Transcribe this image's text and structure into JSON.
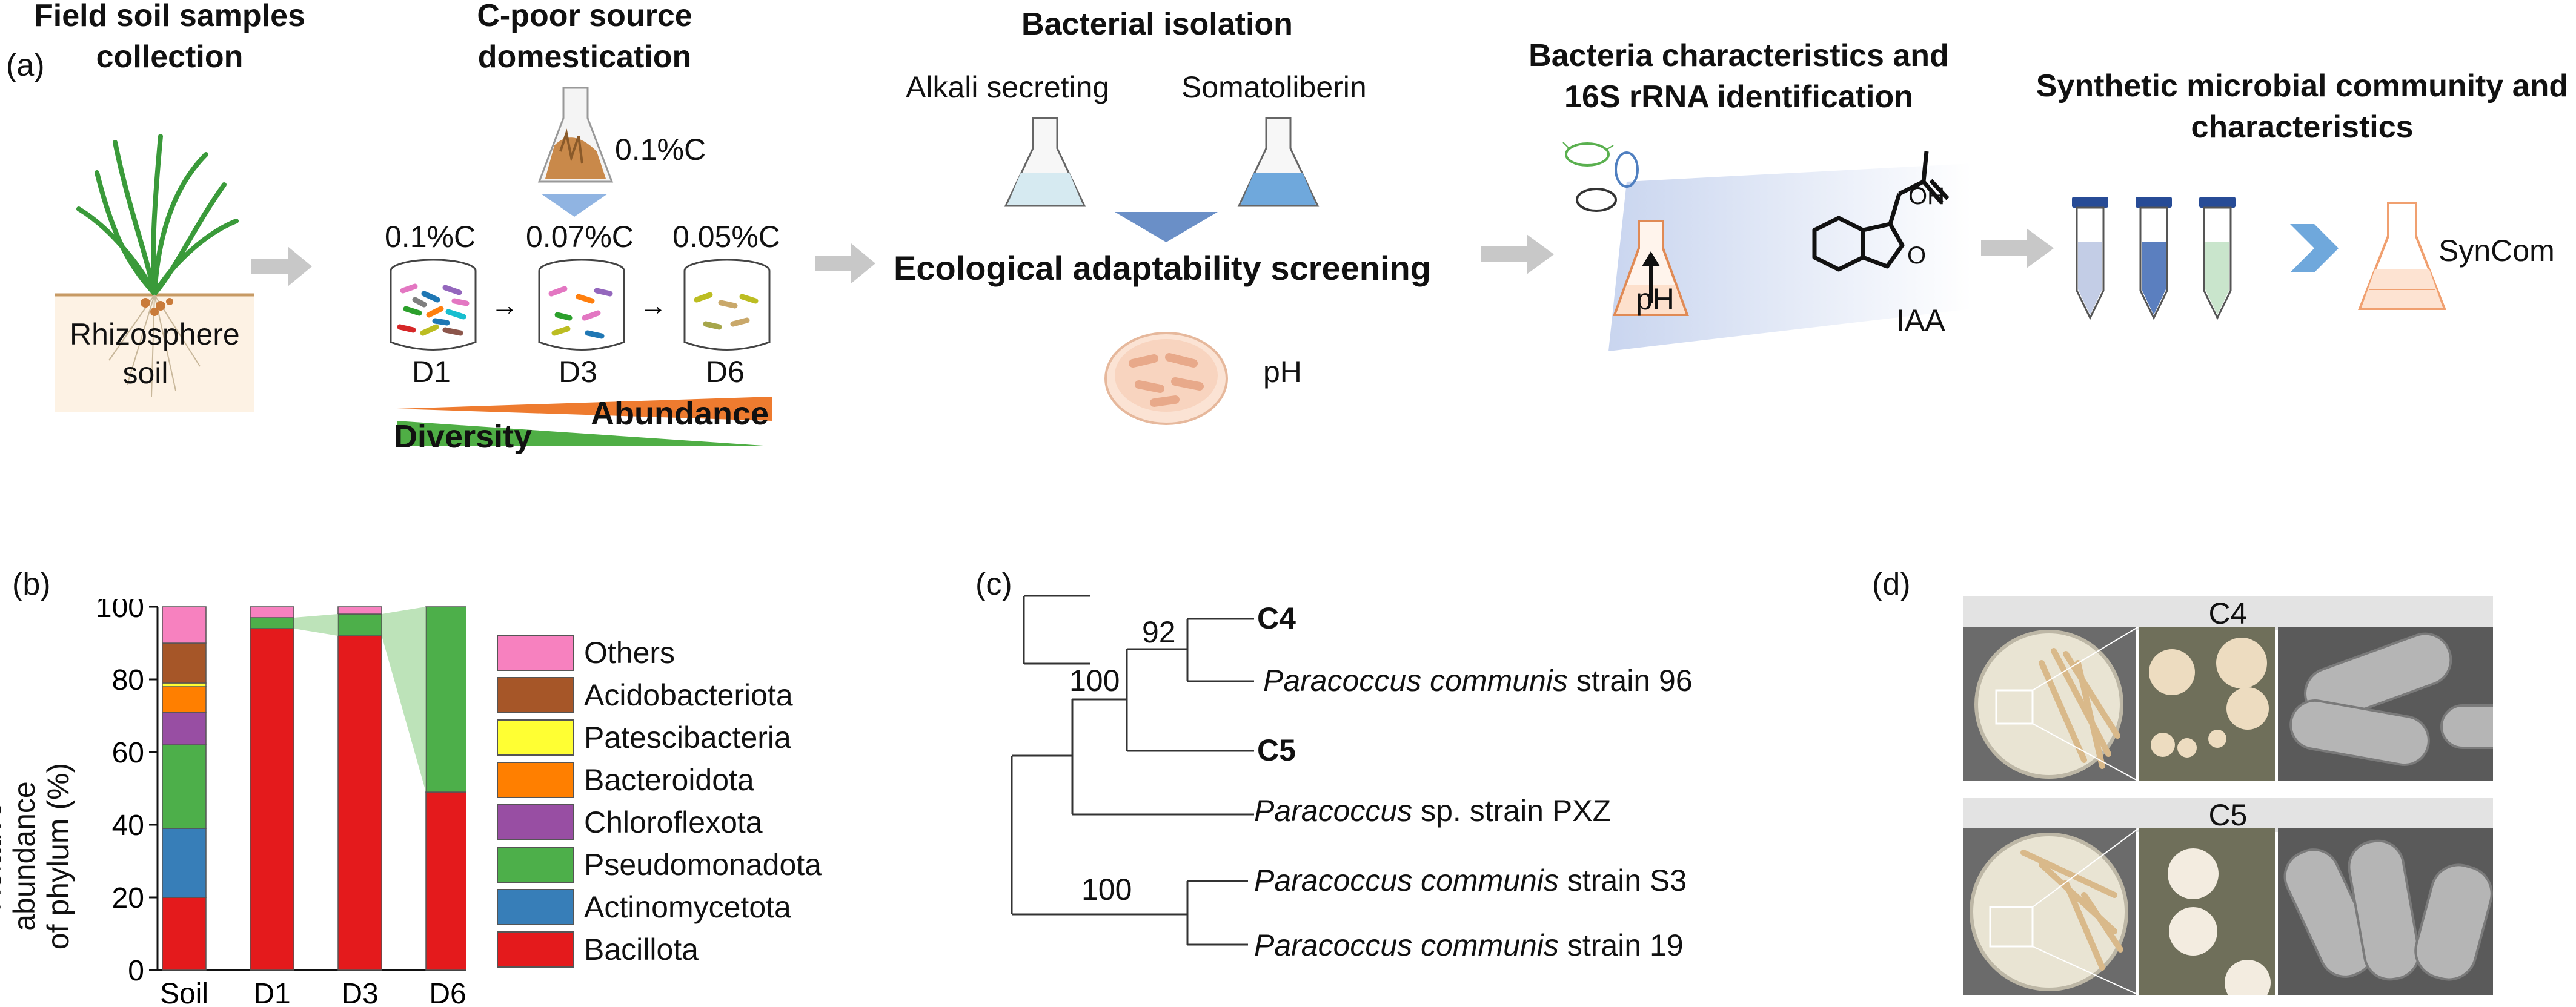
{
  "panel_labels": {
    "a": "(a)",
    "b": "(b)",
    "c": "(c)",
    "d": "(d)"
  },
  "panel_a": {
    "step1": {
      "title": "Field soil samples collection",
      "label": "Rhizosphere soil"
    },
    "step2": {
      "title": "C-poor source domestication",
      "source_label": "0.1%C",
      "jars": [
        {
          "conc": "0.1%C",
          "day": "D1"
        },
        {
          "conc": "0.07%C",
          "day": "D3"
        },
        {
          "conc": "0.05%C",
          "day": "D6"
        }
      ],
      "abundance_label": "Abundance",
      "diversity_label": "Diversity"
    },
    "step3": {
      "title": "Bacterial isolation",
      "flask1": "Alkali secreting",
      "flask2": "Somatoliberin",
      "screening": "Ecological adaptability screening",
      "petri_label": "pH"
    },
    "step4": {
      "title": "Bacteria characteristics and 16S rRNA identification",
      "ph_label": "pH",
      "oh_label": "OH",
      "o_label": "O",
      "iaa_label": "IAA"
    },
    "step5": {
      "title": "Synthetic microbial community and characteristics",
      "syncom_label": "SynCom"
    },
    "colors": {
      "arrow": "#c8c8c8",
      "abundance": "#ee7b2f",
      "diversity": "#4fae45",
      "flask_green": "#c9e5cc",
      "flask_blue": "#6fa8dc"
    }
  },
  "chart_data": {
    "type": "bar",
    "stacked": true,
    "categories": [
      "Soil",
      "D1",
      "D3",
      "D6"
    ],
    "ylabel_line1": "Relative abundance",
    "ylabel_line2": "of phylum (%)",
    "ylim": [
      0,
      100
    ],
    "yticks": [
      "0",
      "20",
      "40",
      "60",
      "80",
      "100"
    ],
    "legend_position": "right",
    "series": [
      {
        "name": "Bacillota",
        "color": "#e41a1c",
        "values": [
          20,
          94,
          92,
          49
        ]
      },
      {
        "name": "Actinomycetota",
        "color": "#377eb8",
        "values": [
          19,
          0,
          0,
          0
        ]
      },
      {
        "name": "Pseudomonadota",
        "color": "#4daf4a",
        "values": [
          23,
          3,
          6,
          51
        ]
      },
      {
        "name": "Chloroflexota",
        "color": "#984ea3",
        "values": [
          9,
          0,
          0,
          0
        ]
      },
      {
        "name": "Bacteroidota",
        "color": "#ff7f00",
        "values": [
          7,
          0,
          0,
          0
        ]
      },
      {
        "name": "Patescibacteria",
        "color": "#ffff33",
        "values": [
          1,
          0,
          0,
          0
        ]
      },
      {
        "name": "Acidobacteriota",
        "color": "#a65628",
        "values": [
          11,
          0,
          0,
          0
        ]
      },
      {
        "name": "Others",
        "color": "#f781bf",
        "values": [
          10,
          3,
          2,
          0
        ]
      }
    ]
  },
  "panel_c": {
    "bootstrap": [
      "92",
      "100",
      "100"
    ],
    "taxa": [
      {
        "label": "C4",
        "bold": true
      },
      {
        "italic": "Paracoccus communis",
        "rest": " strain 96"
      },
      {
        "label": "C5",
        "bold": true
      },
      {
        "italic": "Paracoccus",
        "rest": " sp. strain PXZ"
      },
      {
        "italic": "Paracoccus communis",
        "rest": " strain S3"
      },
      {
        "italic": "Paracoccus communis",
        "rest": " strain 19"
      }
    ]
  },
  "panel_d": {
    "titles": [
      "C4",
      "C5"
    ]
  }
}
